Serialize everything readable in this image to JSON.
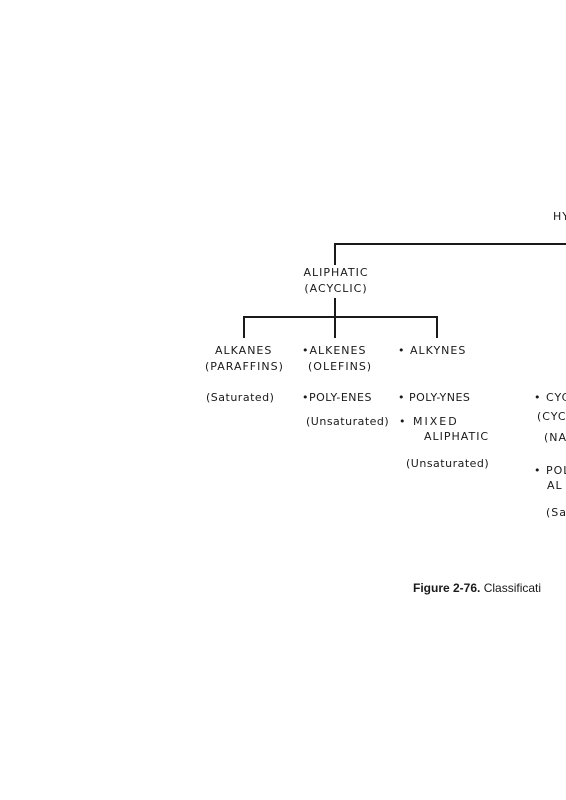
{
  "root": {
    "label": "HY"
  },
  "aliphatic": {
    "label": "ALIPHATIC",
    "sub": "(ACYCLIC)"
  },
  "alkanes": {
    "label": "ALKANES",
    "sub": "(PARAFFINS)",
    "note": "(Saturated)"
  },
  "alkenes": {
    "label": "•ALKENES",
    "sub": "(OLEFINS)",
    "poly": "•POLY-ENES",
    "note": "(Unsaturated)"
  },
  "alkynes": {
    "label": "• ALKYNES",
    "poly": "• POLY-YNES",
    "mixed": "• MIXED",
    "mixed2": "ALIPHATIC",
    "note": "(Unsaturated)"
  },
  "cyclic": {
    "l1": "• CYC",
    "l2": "(CYC",
    "l3": "(NA",
    "l4": "• POL",
    "l5": "AL",
    "l6": "(Sa"
  },
  "caption": {
    "bold": "Figure 2-76.",
    "text": " Classificati"
  }
}
